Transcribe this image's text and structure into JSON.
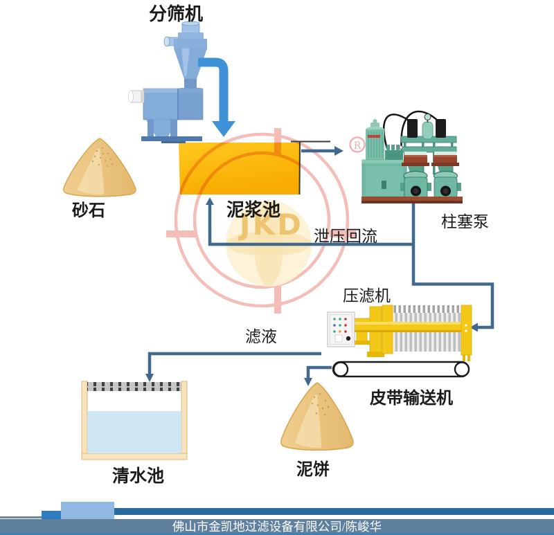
{
  "diagram": {
    "labels": {
      "screening_machine": "分筛机",
      "sand_gravel": "砂石",
      "slurry_pool": "泥浆池",
      "plunger_pump": "柱塞泵",
      "pressure_relief_return": "泄压回流",
      "filter_press": "压滤机",
      "filtrate": "滤液",
      "belt_conveyor": "皮带输送机",
      "clear_water_pool": "清水池",
      "mud_cake": "泥饼"
    },
    "watermark": {
      "brand": "JKD",
      "registered_mark": "R"
    },
    "colors": {
      "flow_line": "#41698E",
      "feed_arrow": "#3F92D8",
      "pool_yellow": "#FFC01E",
      "machine_blue": "#7FA8D6",
      "pump_teal": "#6FB9A4",
      "press_yellow": "#F4C816",
      "watermark_pink": "#F5BDB7",
      "sand_tan": "#ECC785"
    }
  },
  "footer": {
    "company_line": "佛山市金凯地过滤设备有限公司/陈峻华"
  }
}
